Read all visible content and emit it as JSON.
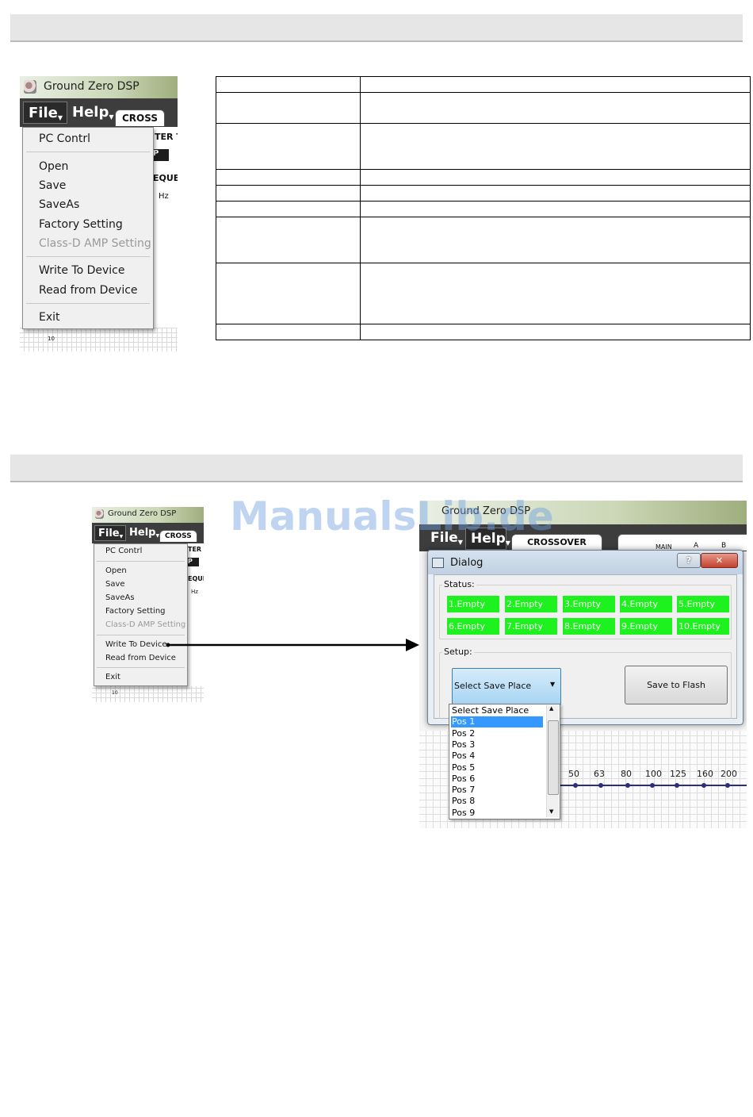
{
  "app_title": "Ground Zero DSP",
  "menubar": {
    "file": "File",
    "help": "Help"
  },
  "tabs": {
    "crossover_peek": "CROSS",
    "crossover_small_peek": "CROSS",
    "crossover": "CROSSOVER"
  },
  "bg_fragments": {
    "filter": "TER T",
    "p": "P",
    "equ": "EQUE",
    "hz": "Hz",
    "scale_10": "10",
    "main": "MAIN",
    "a": "A",
    "b": "B"
  },
  "file_menu": {
    "pc_control": "PC Contrl",
    "open": "Open",
    "save": "Save",
    "save_as": "SaveAs",
    "factory": "Factory Setting",
    "class_d": "Class-D AMP Setting",
    "write": "Write To Device",
    "read": "Read from Device",
    "exit": "Exit"
  },
  "table": {
    "rows": 9
  },
  "dialog": {
    "title": "Dialog",
    "help_btn": "?",
    "close_btn": "✕",
    "status_label": "Status:",
    "setup_label": "Setup:",
    "slots": [
      "1.Empty",
      "2.Empty",
      "3.Empty",
      "4.Empty",
      "5.Empty",
      "6.Empty",
      "7.Empty",
      "8.Empty",
      "9.Empty",
      "10.Empty"
    ],
    "select_value": "Select Save Place",
    "save_flash": "Save to Flash",
    "options": [
      "Select Save Place",
      "Pos 1",
      "Pos 2",
      "Pos 3",
      "Pos 4",
      "Pos 5",
      "Pos 6",
      "Pos 7",
      "Pos 8",
      "Pos 9"
    ],
    "selected_option": "Pos 1",
    "freqs": [
      "50",
      "63",
      "80",
      "100",
      "125",
      "160",
      "200"
    ]
  },
  "colors": {
    "slot_green": "#1ef21e",
    "menubar": "#3d3d3d",
    "selection": "#3399ff",
    "band": "#e6e6e6"
  },
  "watermark": "ManualsLib.de"
}
